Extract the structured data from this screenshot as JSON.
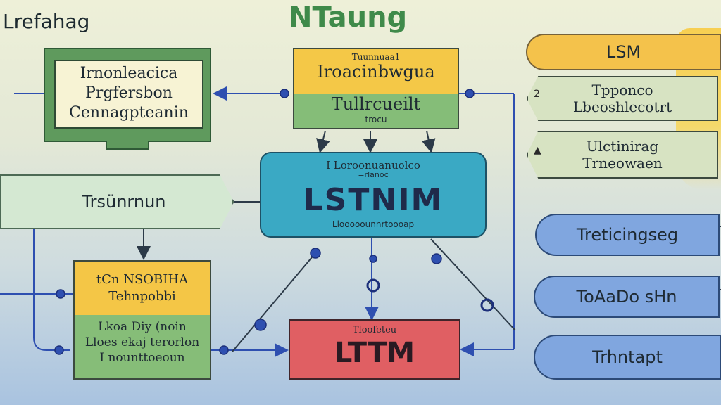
{
  "header": {
    "left_label": "Lrefahag",
    "center_label": "NTaung"
  },
  "left_top": {
    "lines": [
      "Irnonleacica",
      "Prgfersbon",
      "Cennagpteanin"
    ]
  },
  "center_top": {
    "small": "Tuunnuaa1",
    "line1": "Iroacinbwgua",
    "line2": "Tullrcueilt",
    "small2": "trocu"
  },
  "lstm": {
    "small1": "I Loroonuanuolco",
    "small2": "=rlanoc",
    "label": "LSTNIM",
    "small3": "Llooooounnrtoooap"
  },
  "banner": {
    "label": "Trsünrnun"
  },
  "left_bottom": {
    "top_lines": [
      "tCn NSOBIHA",
      "Tehnpobbi"
    ],
    "bottom_lines": [
      "Lkoa Diy (noin",
      "Lloes ekaj terorlon",
      "I nounttoeoun"
    ]
  },
  "ltm": {
    "small": "Tloofeteu",
    "label": "LTTM"
  },
  "right": {
    "lsm": "LSM",
    "green1": [
      "Tpponco",
      "Lbeoshlecotrt"
    ],
    "green2": [
      "Ulctinirag",
      "Trneowaen"
    ],
    "blue1": "Treticingseg",
    "blue2": "ToAaDo sHn",
    "blue3": "Trhntapt"
  },
  "colors": {
    "yellow": "#f4c847",
    "green": "#85bd78",
    "teal": "#3aa9c4",
    "red": "#e05f63",
    "blue": "#80a6df",
    "wire": "#2e4fb0"
  }
}
